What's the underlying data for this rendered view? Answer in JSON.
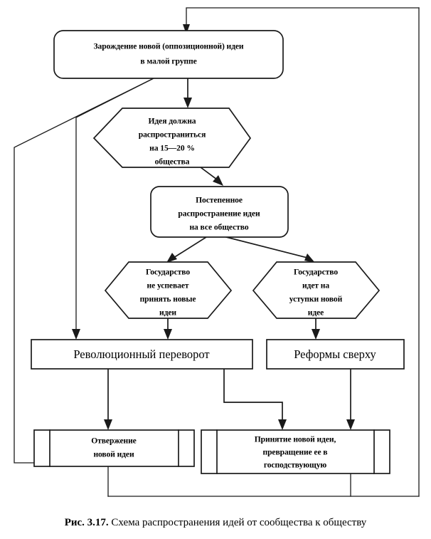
{
  "figure": {
    "caption_label": "Рис. 3.17.",
    "caption_text": "Схема распространения идей от сообщества к обществу"
  },
  "colors": {
    "stroke": "#1a1a1a",
    "fill": "#ffffff",
    "text": "#000000"
  },
  "nodes": {
    "origin": {
      "shape": "rounded-rectangle",
      "lines": [
        "Зарождение новой (оппозиционной) идеи",
        "в малой группе"
      ]
    },
    "spread_condition": {
      "shape": "hexagon",
      "lines": [
        "Идея должна",
        "распространиться",
        "на 15—20 %",
        "общества"
      ]
    },
    "gradual_spread": {
      "shape": "rounded-rectangle",
      "lines": [
        "Постепенное",
        "распространение идеи",
        "на все общество"
      ]
    },
    "state_fails": {
      "shape": "hexagon",
      "lines": [
        "Государство",
        "не успевает",
        "принять новые",
        "идеи"
      ]
    },
    "state_concedes": {
      "shape": "hexagon",
      "lines": [
        "Государство",
        "идет на",
        "уступки новой",
        "идее"
      ]
    },
    "revolution": {
      "shape": "rectangle",
      "lines": [
        "Революционный переворот"
      ]
    },
    "reforms": {
      "shape": "rectangle",
      "lines": [
        "Реформы сверху"
      ]
    },
    "rejection": {
      "shape": "predefined-process",
      "lines": [
        "Отвержение",
        "новой идеи"
      ]
    },
    "acceptance": {
      "shape": "predefined-process",
      "lines": [
        "Принятие новой идеи,",
        "превращение ее в",
        "господствующую"
      ]
    }
  }
}
